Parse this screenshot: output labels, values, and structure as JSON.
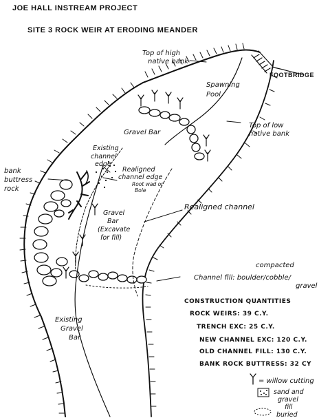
{
  "title": "JOE HALL INSTREAM PROJECT",
  "subtitle": "SITE 3  ROCK WEIR AT ERODING MEANDER",
  "labels": {
    "top_high_bank": [
      "Top of high",
      "native bank"
    ],
    "footbridge": "FOOTBRIDGE",
    "spawning_pool": [
      "Spawning",
      "Pool"
    ],
    "top_low_bank": [
      "Top of low",
      "native bank"
    ],
    "gravel_bar_upper": "Gravel Bar",
    "existing_channel_edge": [
      "Existing",
      "channel",
      "edge"
    ],
    "realigned_channel_edge": [
      "Realigned",
      "channel edge"
    ],
    "root_wad": [
      "Root wad or",
      "Bole"
    ],
    "bank_buttress": [
      "bank",
      "buttress",
      "rock"
    ],
    "realigned_channel": "Realigned channel",
    "gravel_bar_excavate": [
      "Gravel",
      "Bar",
      "(Excavate",
      "for fill)"
    ],
    "existing_gravel_bar": [
      "Existing",
      "Gravel",
      "Bar"
    ],
    "channel_fill": [
      "compacted",
      "Channel fill: boulder/cobble/",
      "gravel"
    ]
  },
  "quantities": {
    "heading": "CONSTRUCTION QUANTITIES",
    "items": [
      "ROCK WEIRS: 39 C.Y.",
      "TRENCH EXC: 25 C.Y.",
      "NEW CHANNEL EXC: 120 C.Y.",
      "OLD CHANNEL FILL: 130 C.Y.",
      "BANK ROCK BUTTRESS: 32 CY"
    ]
  },
  "legend": {
    "willow": "= willow cutting",
    "sand_gravel": [
      "sand and",
      "gravel"
    ],
    "fill_buried": [
      "fill",
      "buried"
    ]
  }
}
